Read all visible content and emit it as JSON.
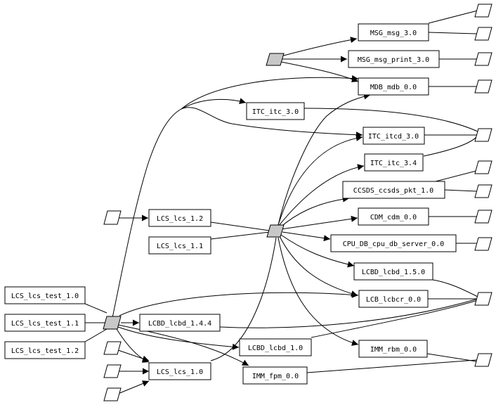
{
  "diagram": {
    "nodes": {
      "lcs_test_10": "LCS_lcs_test_1.0",
      "lcs_test_11": "LCS_lcs_test_1.1",
      "lcs_test_12": "LCS_lcs_test_1.2",
      "lcs_12": "LCS_lcs_1.2",
      "lcs_11": "LCS_lcs_1.1",
      "lcs_10": "LCS_lcs_1.0",
      "lcbd_144": "LCBD_lcbd_1.4.4",
      "lcbd_10": "LCBD_lcbd_1.0",
      "imm_fpm": "IMM_fpm_0.0",
      "msg_msg": "MSG_msg_3.0",
      "msg_print": "MSG_msg_print_3.0",
      "mdb": "MDB_mdb_0.0",
      "itc_30": "ITC_itc_3.0",
      "itcd": "ITC_itcd_3.0",
      "itc_34": "ITC_itc_3.4",
      "ccsds": "CCSDS_ccsds_pkt_1.0",
      "cdm": "CDM_cdm_0.0",
      "cpu_db": "CPU_DB_cpu_db_server_0.0",
      "lcbd_150": "LCBD_lcbd_1.5.0",
      "lcbcr": "LCB_lcbcr_0.0",
      "imm_rbm": "IMM_rbm_0.0"
    }
  },
  "colors": {
    "stroke": "#000000",
    "node_fill": "#ffffff",
    "hub_fill": "#c8c8c8"
  }
}
